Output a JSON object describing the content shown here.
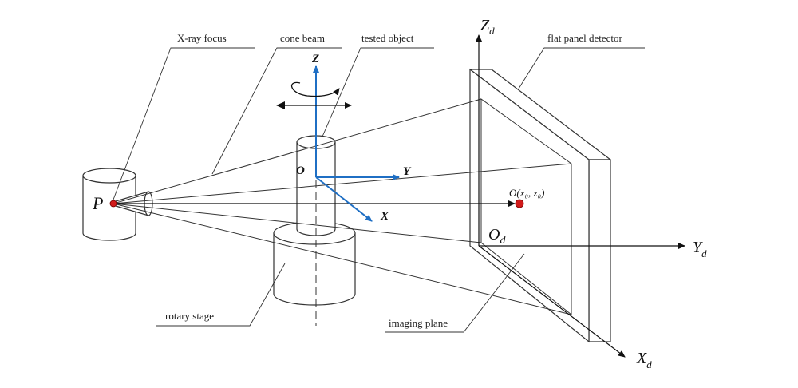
{
  "callouts": {
    "xray_focus": "X-ray focus",
    "cone_beam": "cone beam",
    "tested_object": "tested object",
    "flat_panel_detector": "flat panel detector",
    "rotary_stage": "rotary stage",
    "imaging_plane": "imaging plane"
  },
  "points": {
    "source": "P",
    "object_origin": "O",
    "detector_origin_main": "O",
    "detector_origin_sub": "d",
    "projection_center": "O(x₀, z₀)"
  },
  "object_axes": {
    "z": "Z",
    "y": "Y",
    "x": "X"
  },
  "detector_axes": {
    "z_main": "Z",
    "z_sub": "d",
    "y_main": "Y",
    "y_sub": "d",
    "x_main": "X",
    "x_sub": "d"
  },
  "colors": {
    "axis_blue": "#1f6fc4",
    "point_red": "#d11a1a",
    "line": "#333333"
  }
}
